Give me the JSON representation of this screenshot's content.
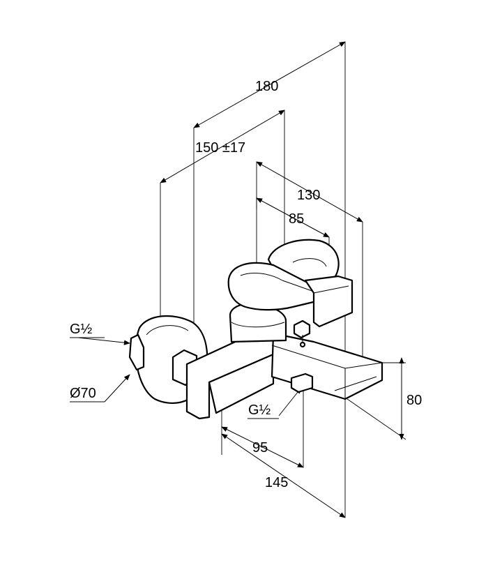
{
  "drawing": {
    "dimensions": {
      "d180": "180",
      "d150": "150 ±17",
      "d130": "130",
      "d85": "85",
      "d80": "80",
      "d95": "95",
      "d145": "145",
      "thread_inlet": "G½",
      "diameter": "Ø70",
      "thread_outlet": "G½"
    }
  }
}
